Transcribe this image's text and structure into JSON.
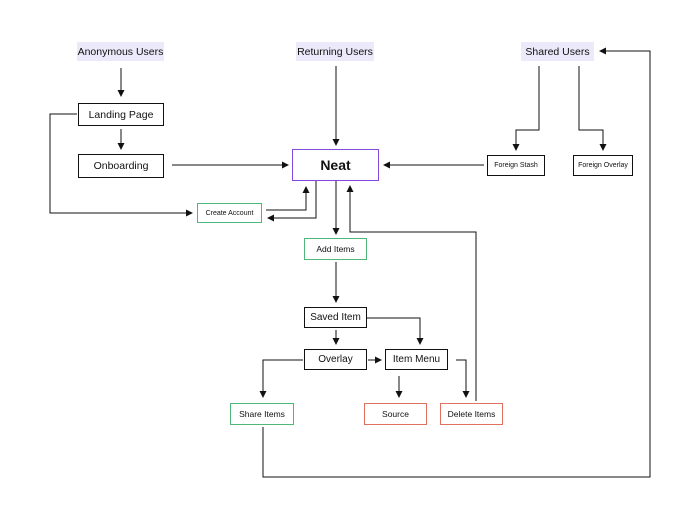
{
  "nodes": {
    "anonymous_users": "Anonymous Users",
    "returning_users": "Returning Users",
    "shared_users": "Shared Users",
    "landing_page": "Landing Page",
    "onboarding": "Onboarding",
    "neat": "Neat",
    "foreign_stash": "Foreign Stash",
    "foreign_overlay": "Foreign Overlay",
    "create_account": "Create Account",
    "add_items": "Add Items",
    "saved_item": "Saved Item",
    "overlay": "Overlay",
    "item_menu": "Item Menu",
    "share_items": "Share Items",
    "source": "Source",
    "delete_items": "Delete Items"
  },
  "colors": {
    "user_fill": "#ebe9fa",
    "neat_border": "#8447e0",
    "green_border": "#4fb77a",
    "red_border": "#e0705f",
    "line": "#111111"
  }
}
